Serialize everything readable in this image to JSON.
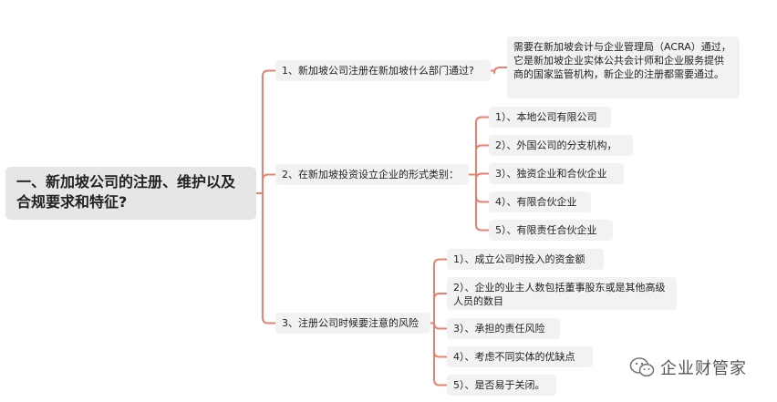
{
  "root": {
    "label": "一、新加坡公司的注册、维护以及合规要求和特征?"
  },
  "branches": [
    {
      "label": "1、新加坡公司注册在新加坡什么部门通过?",
      "children": [
        "需要在新加坡会计与企业管理局（ACRA）通过，它是新加坡企业实体公共会计师和企业服务提供商的国家监管机构，新企业的注册都需要通过。"
      ]
    },
    {
      "label": "2、在新加坡投资设立企业的形式类别：",
      "children": [
        "1）、本地公司有限公司",
        "2）、外国公司的分支机构，",
        "3）、独资企业和合伙企业",
        "4）、有限合伙企业",
        "5）、有限责任合伙企业"
      ]
    },
    {
      "label": "3、注册公司时候要注意的风险",
      "children": [
        "1）、成立公司时投入的资金额",
        "2）、企业的业主人数包括董事股东或是其他高级人员的数目",
        "3）、承担的责任风险",
        "4）、考虑不同实体的优缺点",
        "5）、是否易于关闭。"
      ]
    }
  ],
  "watermark": {
    "text": "企业财管家",
    "icon": "wechat-icon"
  },
  "colors": {
    "connector": "#e8826f",
    "node_bg": "#f2f2f2",
    "root_bg": "#e6e6e6"
  }
}
